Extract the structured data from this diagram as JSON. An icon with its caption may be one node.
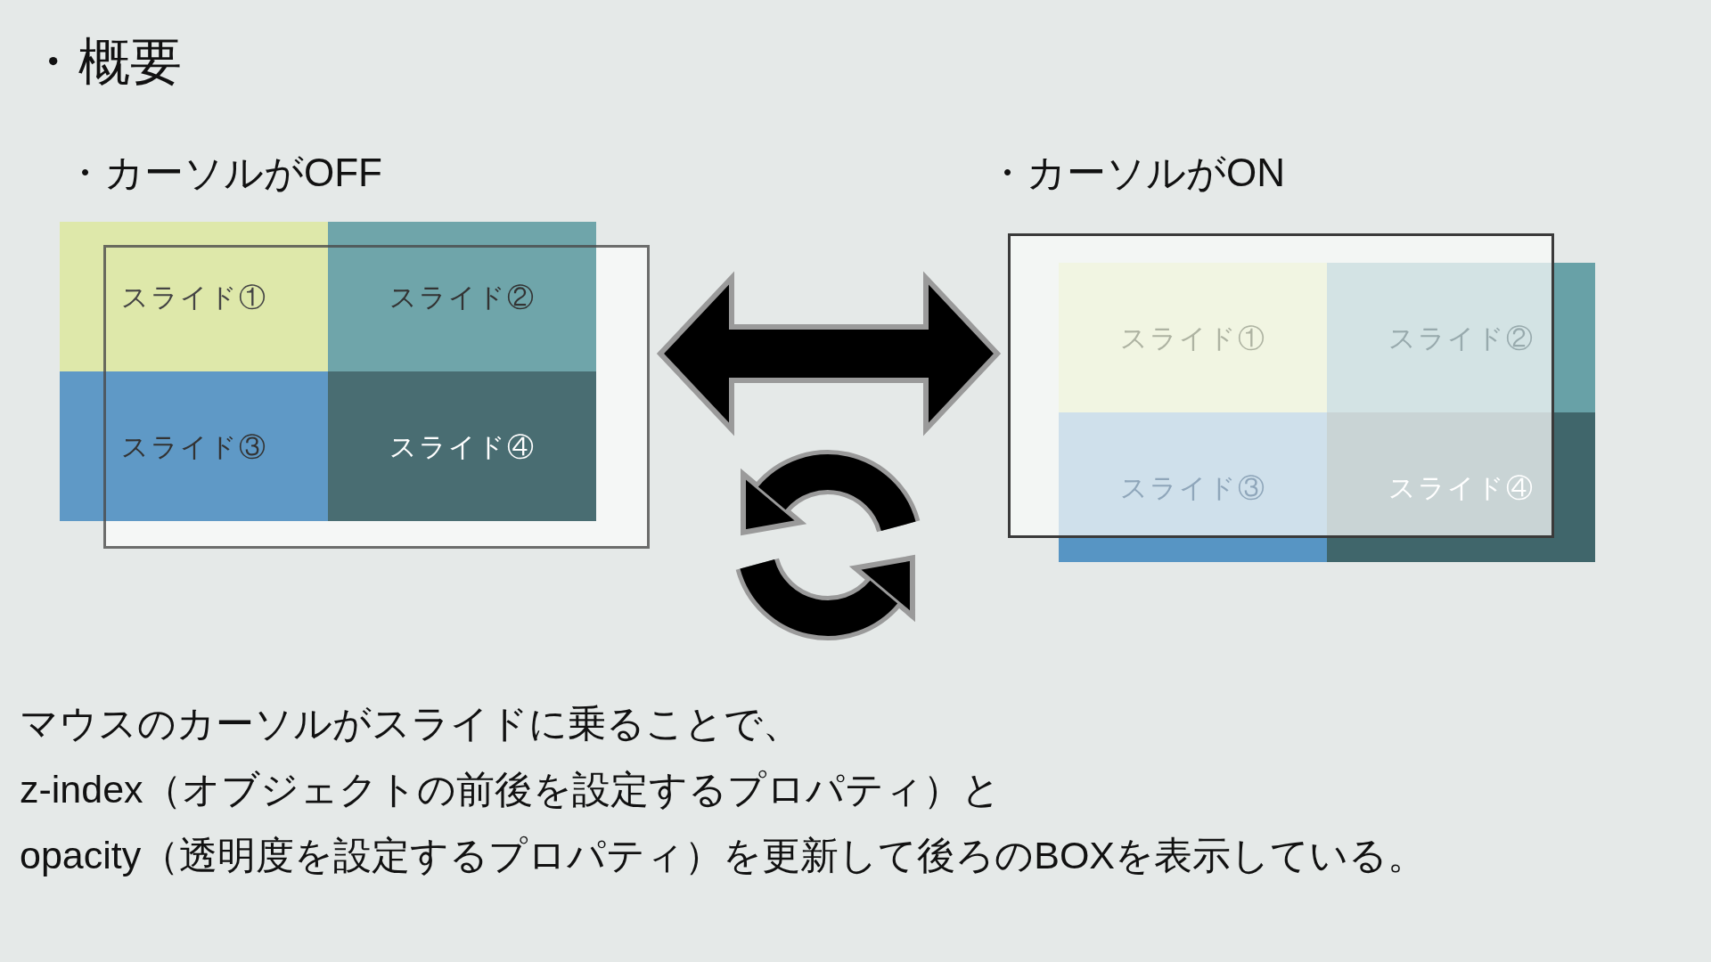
{
  "diagram": {
    "title": "・概要",
    "nodes": [
      {
        "text": [],
        "shape": "box"
      },
      {
        "text": [
          "スライド①"
        ]
      },
      {
        "text": [
          "スライド②"
        ]
      },
      {
        "text": [
          "スライド③"
        ]
      },
      {
        "text": [
          "スライド④"
        ],
        "in": 0
      },
      {
        "text": [],
        "shape": "box"
      },
      {
        "text": [
          "スライド①"
        ],
        "in": 5
      },
      {
        "text": [
          "スライド②"
        ]
      },
      {
        "text": [
          "スライド③"
        ]
      },
      {
        "text": [
          "スライド④"
        ]
      }
    ],
    "edges": [
      {
        "from": 0,
        "to": 5,
        "arrow": "both"
      }
    ],
    "labels": [
      "・カーソルがOFF",
      "・カーソルがON",
      "マウスのカーソルがスライドに乗ることで、",
      "z-index（オブジェクトの前後を設定するプロパティ）と",
      "opacity（透明度を設定するプロパティ）を更新して後ろのBOXを表示している。"
    ]
  }
}
